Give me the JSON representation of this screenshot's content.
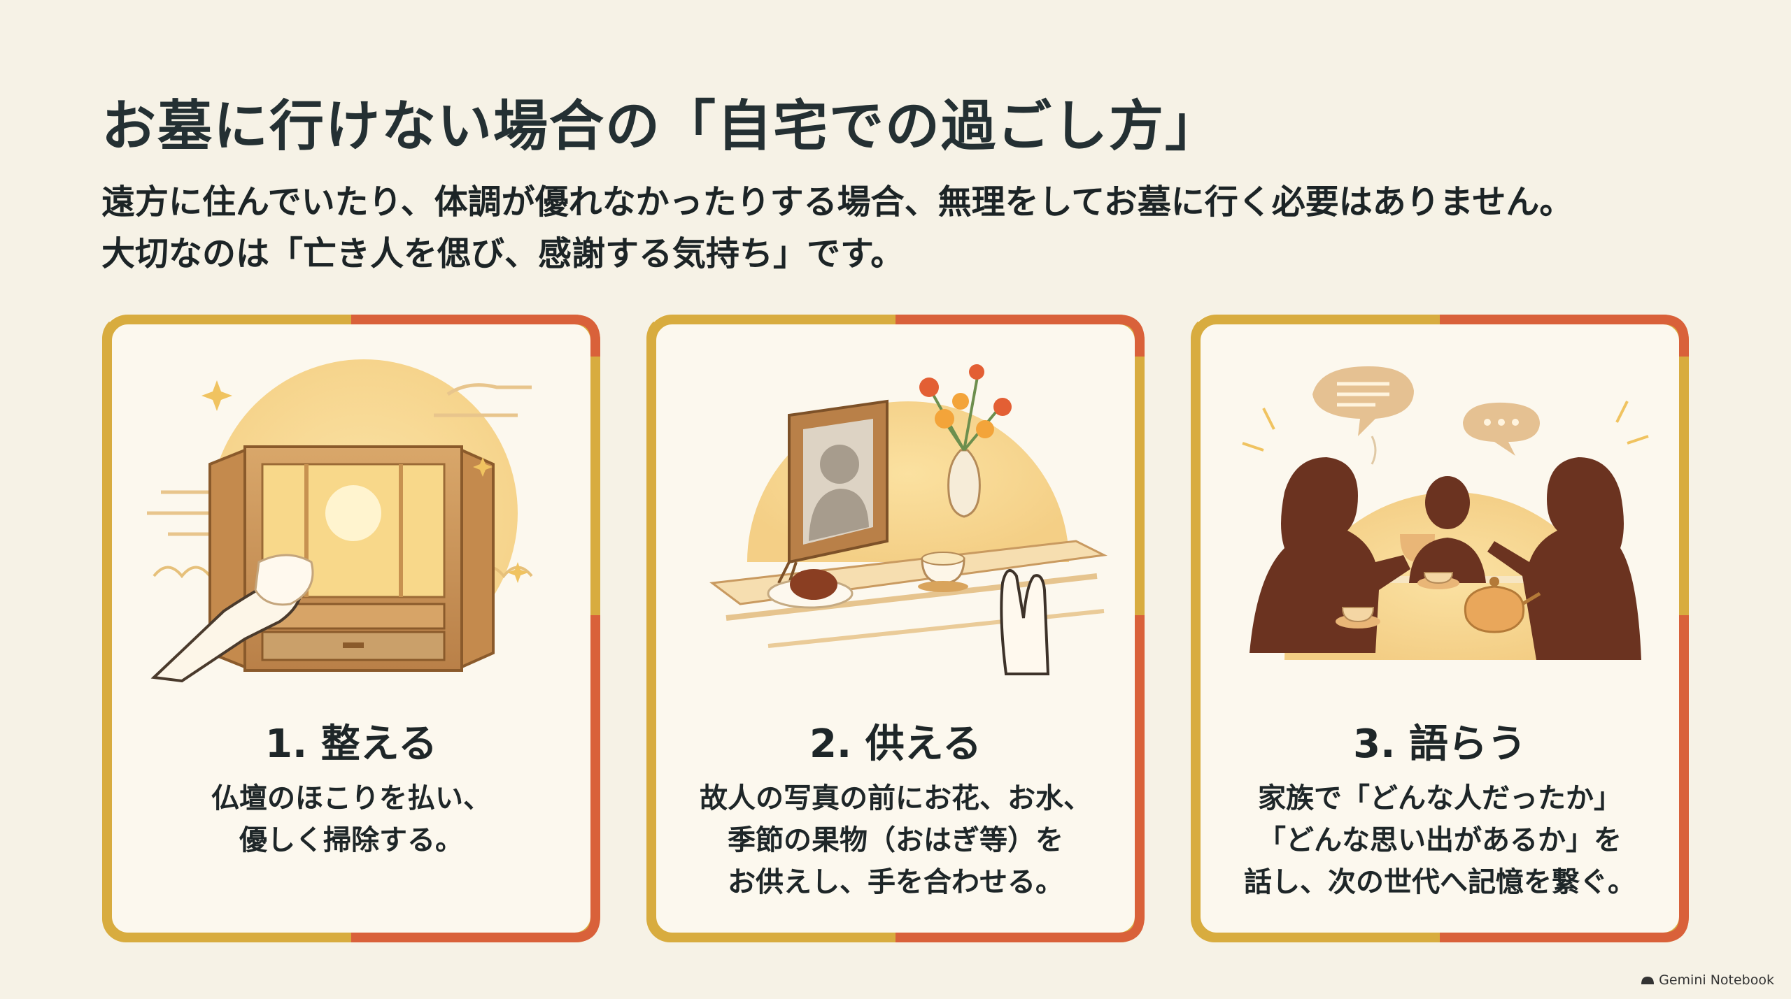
{
  "title": "お墓に行けない場合の「自宅での過ごし方」",
  "subtitle": {
    "line1": "遠方に住んでいたり、体調が優れなかったりする場合、無理をしてお墓に行く必要はありません。",
    "line2": "大切なのは「亡き人を偲び、感謝する気持ち」です。"
  },
  "cards": [
    {
      "title": "1. 整える",
      "body": [
        "仏壇のほこりを払い、",
        "優しく掃除する。"
      ],
      "icon": "butsudan-cleaning-illustration"
    },
    {
      "title": "2. 供える",
      "body": [
        "故人の写真の前にお花、お水、",
        "季節の果物（おはぎ等）を",
        "お供えし、手を合わせる。"
      ],
      "icon": "offering-altar-illustration"
    },
    {
      "title": "3. 語らう",
      "body": [
        "家族で「どんな人だったか」",
        "「どんな思い出があるか」を",
        "話し、次の世代へ記憶を繋ぐ。"
      ],
      "icon": "family-conversation-illustration"
    }
  ],
  "watermark": "Gemini Notebook",
  "colors": {
    "gold": "#d8ac3f",
    "orange": "#d9613a",
    "background": "#f6f2e6",
    "card": "#fcf8ee"
  }
}
